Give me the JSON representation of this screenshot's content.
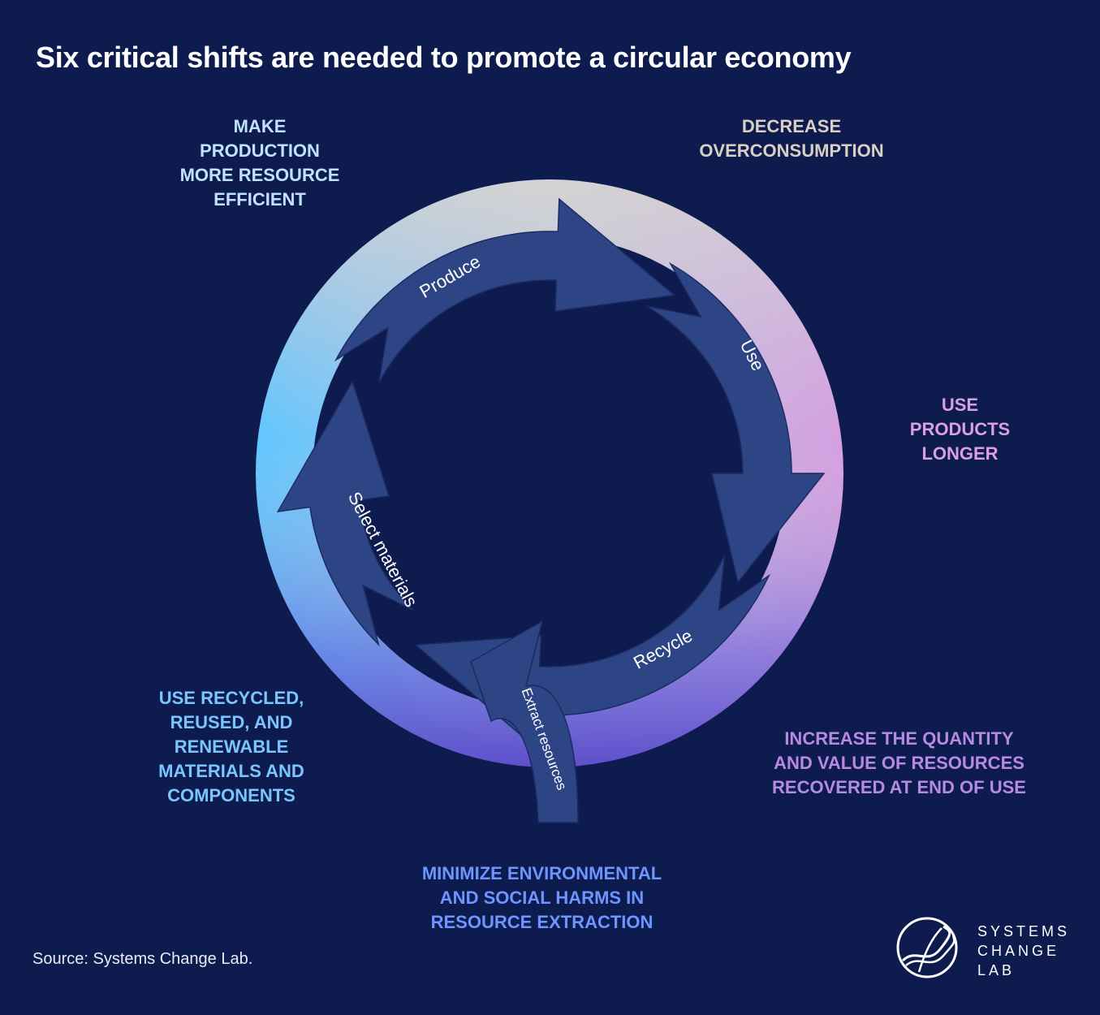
{
  "title": "Six critical shifts are needed to promote a circular economy",
  "stages": {
    "produce": "Produce",
    "use": "Use",
    "recycle": "Recycle",
    "select_materials": "Select materials",
    "extract_resources": "Extract resources"
  },
  "shifts": {
    "resource_efficient": "MAKE\nPRODUCTION\nMORE RESOURCE\nEFFICIENT",
    "decrease_overconsumption": "DECREASE\nOVERCONSUMPTION",
    "use_longer": "USE\nPRODUCTS\nLONGER",
    "increase_recovery": "INCREASE THE  QUANTITY\nAND VALUE OF  RESOURCES\nRECOVERED AT END OF USE",
    "minimize_harms": "MINIMIZE ENVIRONMENTAL\nAND SOCIAL HARMS IN\nRESOURCE EXTRACTION",
    "use_recycled": "USE RECYCLED,\nREUSED, AND\nRENEWABLE\nMATERIALS AND\nCOMPONENTS"
  },
  "source": "Source: Systems Change Lab.",
  "logo": {
    "line1": "SYSTEMS",
    "line2": "CHANGE",
    "line3": "LAB"
  },
  "colors": {
    "background": "#0e1b4f",
    "arrow_fill": "#2e4585",
    "ring_top": "#cfd6da",
    "ring_left": "#63c8fb",
    "ring_right": "#d69de0",
    "ring_bottom": "#6a4fd0"
  }
}
